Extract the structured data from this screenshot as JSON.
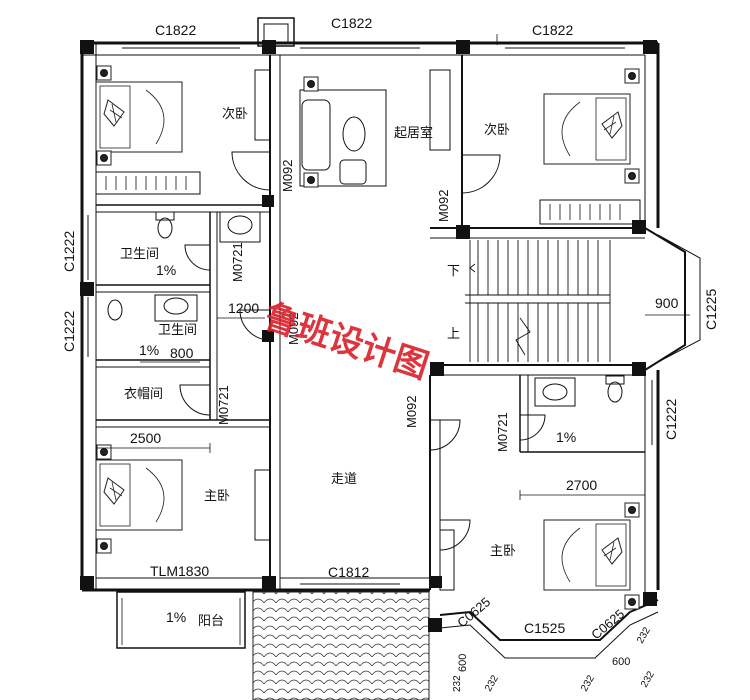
{
  "rooms": {
    "secondary_bedroom_left": "次卧",
    "secondary_bedroom_right": "次卧",
    "living_room": "起居室",
    "bathroom_1": "卫生间",
    "bathroom_2": "卫生间",
    "cloakroom": "衣帽间",
    "master_bedroom_left": "主卧",
    "master_bedroom_right": "主卧",
    "corridor": "走道",
    "balcony": "阳台"
  },
  "stairs": {
    "down": "下",
    "up": "上"
  },
  "windows": {
    "top_left": "C1822",
    "top_middle": "C1822",
    "top_right": "C1822",
    "left_upper": "C1222",
    "left_lower": "C1222",
    "right_bay": "C1225",
    "right_bath": "C1222",
    "bottom_middle": "C1812",
    "bottom_right_center": "C1525",
    "bottom_right_left": "C0625",
    "bottom_right_right": "C0625",
    "balcony_door": "TLM1830"
  },
  "doors": {
    "living_left": "M092",
    "living_right": "M092",
    "bath_1": "M0721",
    "bath_2_corridor": "M092",
    "cloak": "M0721",
    "master_right": "M092",
    "right_bath": "M0721"
  },
  "dimensions": {
    "d1200": "1200",
    "d800": "800",
    "d2500": "2500",
    "d2700": "2700",
    "d900": "900",
    "d600_a": "600",
    "d600_b": "600",
    "d232_a": "232",
    "d232_b": "232",
    "d232_c": "232",
    "d232_d": "232",
    "d232_e": "232"
  },
  "slopes": {
    "bath_1": "1%",
    "bath_2": "1%",
    "right_bath": "1%",
    "balcony": "1%"
  },
  "watermark": "鲁班设计图"
}
